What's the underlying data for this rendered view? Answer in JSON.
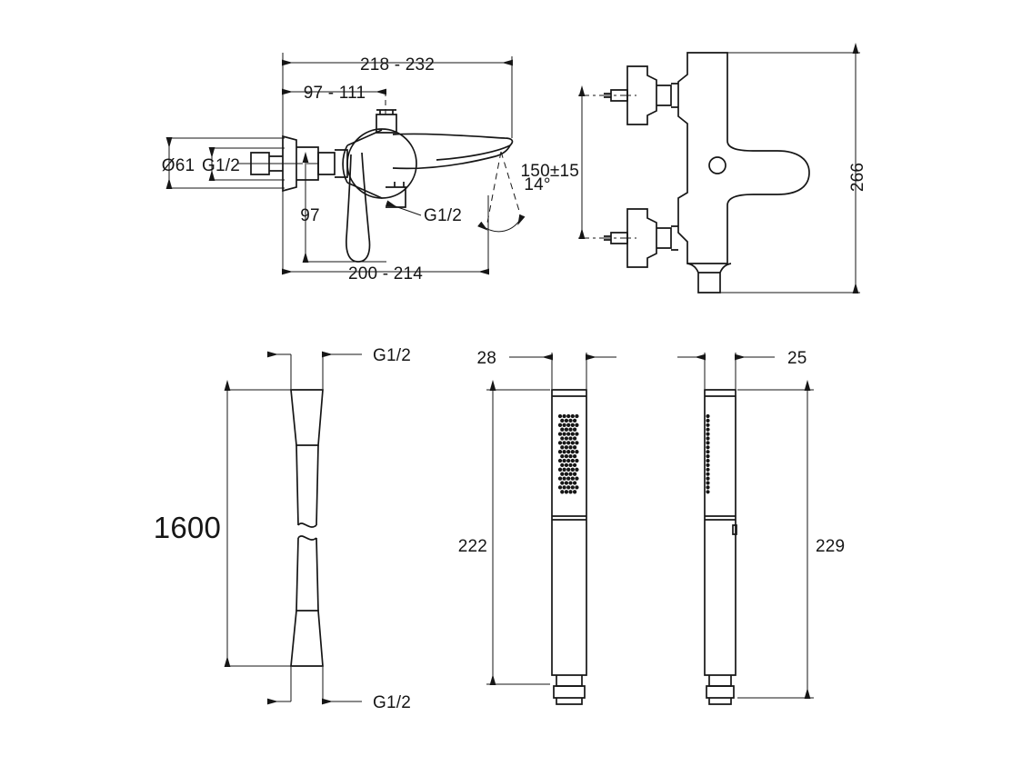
{
  "document": {
    "type": "technical-dimension-drawing",
    "subject": "Wall-mounted bath/shower mixer with shower hose and handshower",
    "units": "mm",
    "background_color": "#ffffff",
    "line_color": "#161616"
  },
  "views": {
    "mixer_side": {
      "name": "Bath mixer — side elevation",
      "dimensions": {
        "overall_projection": "218 - 232",
        "handle_to_wall": "97 - 111",
        "wall_plate_diameter": "Ø61",
        "inlet_thread": "G1/2",
        "outlet_thread": "G1/2",
        "centre_height": "97",
        "spout_projection": "200 - 214",
        "spout_angle": "14°"
      }
    },
    "mixer_front": {
      "name": "Bath mixer — front elevation",
      "dimensions": {
        "inlet_centres": "150±15",
        "overall_height": "266"
      }
    },
    "hose": {
      "name": "Shower hose",
      "dimensions": {
        "length": "1600",
        "top_thread": "G1/2",
        "bottom_thread": "G1/2"
      }
    },
    "handshower_front": {
      "name": "Handshower — front elevation",
      "dimensions": {
        "width": "28",
        "height": "222"
      }
    },
    "handshower_side": {
      "name": "Handshower — side elevation",
      "dimensions": {
        "depth": "25",
        "height": "229"
      }
    }
  },
  "labels": {
    "d218_232": "218 - 232",
    "d97_111": "97 - 111",
    "d_diam61": "Ø61",
    "g12_inlet": "G1/2",
    "g12_side_outlet": "G1/2",
    "d97": "97",
    "d200_214": "200 - 214",
    "angle14": "14°",
    "d150pm15": "150±15",
    "d266": "266",
    "hose_top_g12": "G1/2",
    "hose_length": "1600",
    "hose_bottom_g12": "G1/2",
    "hs_width_28": "28",
    "hs_height_222": "222",
    "hs_depth_25": "25",
    "hs_height_229": "229"
  }
}
